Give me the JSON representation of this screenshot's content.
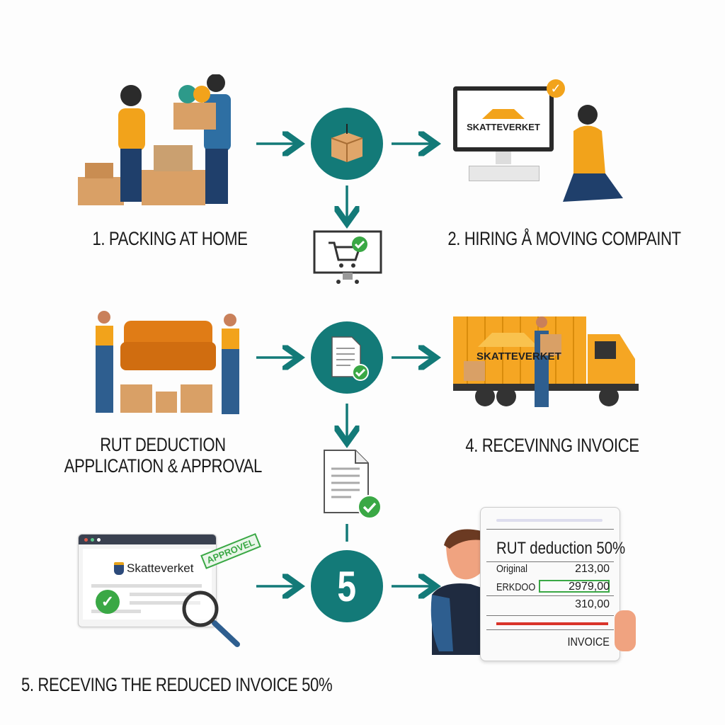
{
  "steps": {
    "step1_label": "1. PACKING AT HOME",
    "step2_label": "2. HIRING Å MOVING COMPAINT",
    "step3_label_line1": "RUT DEDUCTION",
    "step3_label_line2": "APPLICATION & APPROVAL",
    "step4_label": "4. RECEVINNG INVOICE",
    "step5_label": "5. RECEVING THE REDUCED INVOICE 50%",
    "step5_number": "5"
  },
  "monitor_brand": "SKATTEVERKET",
  "truck_brand": "SKATTEVERKET",
  "browser": {
    "brand": "Skatteverket",
    "stamp": "APPROVEL"
  },
  "invoice": {
    "title": "RUT deduction 50%",
    "rows": [
      {
        "label": "Original",
        "value": "213,00"
      },
      {
        "label": "ERKDOO",
        "value": "2979,00"
      },
      {
        "label": "",
        "value": "310,00"
      }
    ],
    "footer": "INVOICE"
  },
  "colors": {
    "teal": "#137a78",
    "orange": "#f2a31b",
    "green": "#3aa845",
    "red": "#d9342b"
  }
}
